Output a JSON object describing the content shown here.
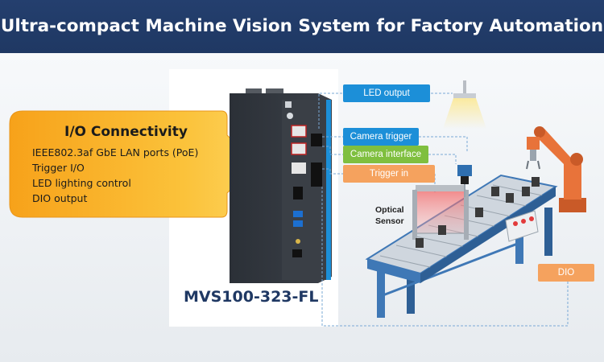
{
  "header": {
    "title": "Ultra-compact Machine Vision System for Factory Automation"
  },
  "io_callout": {
    "title": "I/O Connectivity",
    "items": [
      "IEEE802.3af GbE LAN ports (PoE)",
      "Trigger I/O",
      "LED lighting control",
      "DIO output"
    ]
  },
  "device": {
    "model": "MVS100-323-FL"
  },
  "labels": {
    "led_output": "LED output",
    "camera_trigger": "Camera trigger",
    "camera_interface": "Camera interface",
    "trigger_in": "Trigger in",
    "optical_sensor_line1": "Optical",
    "optical_sensor_line2": "Sensor",
    "dio": "DIO"
  },
  "colors": {
    "header": "#1f3863",
    "label_blue": "#1c8fd8",
    "label_green": "#7fbf3f",
    "label_orange": "#f5a25e",
    "callout": "#f9b31a",
    "robot": "#e8733a",
    "conveyor": "#3f78b6"
  }
}
